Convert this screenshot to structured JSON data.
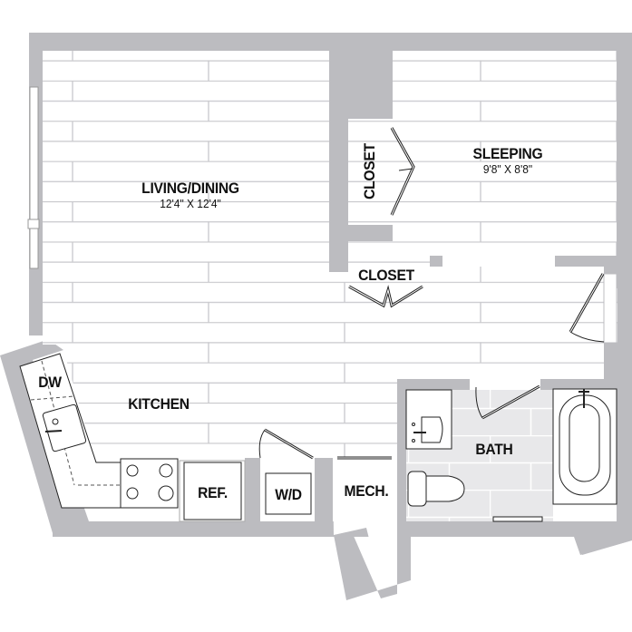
{
  "floor_plan": {
    "colors": {
      "wall": "#bcbcc0",
      "floor_line": "#c8c8cc",
      "bath_tile": "#e8e8ea",
      "fixture_stroke": "#222222",
      "text": "#111111"
    },
    "rooms": [
      {
        "id": "living",
        "name": "LIVING/DINING",
        "dimensions": "12'4\" X 12'4\""
      },
      {
        "id": "sleeping",
        "name": "SLEEPING",
        "dimensions": "9'8\" X 8'8\""
      },
      {
        "id": "closet_1",
        "name": "CLOSET"
      },
      {
        "id": "closet_2",
        "name": "CLOSET"
      },
      {
        "id": "kitchen",
        "name": "KITCHEN"
      },
      {
        "id": "bath",
        "name": "BATH"
      },
      {
        "id": "mech",
        "name": "MECH."
      }
    ],
    "fixtures": [
      {
        "id": "dw",
        "label": "DW"
      },
      {
        "id": "ref",
        "label": "REF."
      },
      {
        "id": "wd",
        "label": "W/D"
      },
      {
        "id": "range",
        "label": ""
      },
      {
        "id": "kitchen_sink",
        "label": ""
      },
      {
        "id": "bath_sink",
        "label": ""
      },
      {
        "id": "toilet",
        "label": ""
      },
      {
        "id": "bathtub",
        "label": ""
      }
    ]
  }
}
